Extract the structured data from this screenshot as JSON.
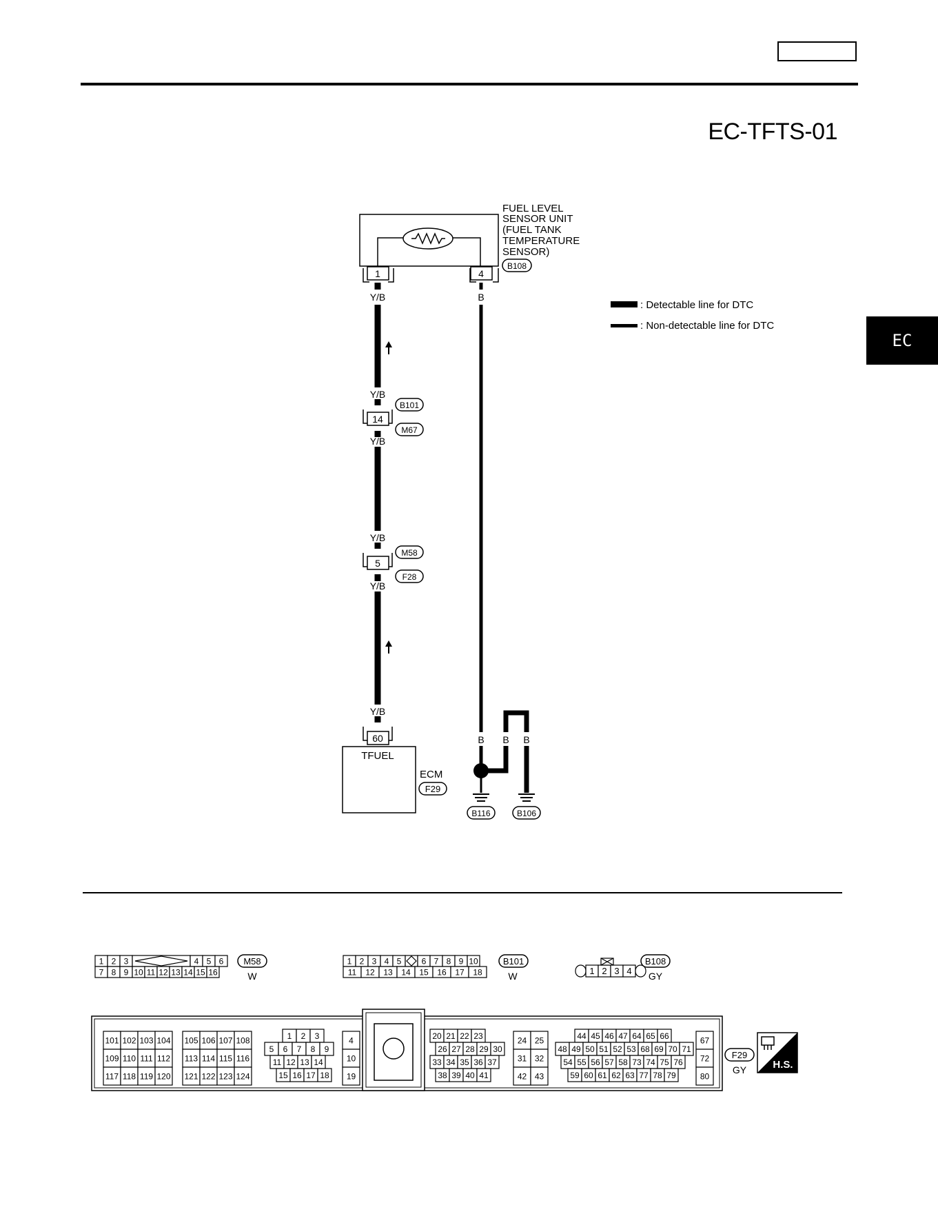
{
  "header": {
    "page_box_text": "",
    "doc_code": "EC-TFTS-01"
  },
  "side_tab": {
    "label": "EC"
  },
  "legend": [
    {
      "style": "thick",
      "text": ": Detectable line for DTC"
    },
    {
      "style": "thin",
      "text": ": Non-detectable line for DTC"
    }
  ],
  "components": {
    "sensor": {
      "lines": [
        "FUEL LEVEL",
        "SENSOR UNIT",
        "(FUEL TANK",
        "TEMPERATURE",
        "SENSOR)"
      ],
      "connector": "B108",
      "pins": [
        "1",
        "4"
      ]
    },
    "ecm": {
      "name": "ECM",
      "connector": "F29",
      "pin": "60",
      "terminal_label": "TFUEL"
    }
  },
  "junctions": [
    {
      "pin": "14",
      "top_connector": "B101",
      "bottom_connector": "M67"
    },
    {
      "pin": "5",
      "top_connector": "M58",
      "bottom_connector": "F28"
    }
  ],
  "wire_colors": {
    "yb": "Y/B",
    "b": "B"
  },
  "grounds": [
    "B116",
    "B106"
  ],
  "connector_views": {
    "m58": {
      "id": "M58",
      "color": "W",
      "row1": [
        "1",
        "2",
        "3",
        "4",
        "5",
        "6"
      ],
      "row2": [
        "7",
        "8",
        "9",
        "10",
        "11",
        "12",
        "13",
        "14",
        "15",
        "16"
      ]
    },
    "b101": {
      "id": "B101",
      "color": "W",
      "row1": [
        "1",
        "2",
        "3",
        "4",
        "5",
        "6",
        "7",
        "8",
        "9",
        "10"
      ],
      "row2": [
        "11",
        "12",
        "13",
        "14",
        "15",
        "16",
        "17",
        "18"
      ]
    },
    "b108": {
      "id": "B108",
      "color": "GY",
      "pins": [
        "1",
        "2",
        "3",
        "4"
      ]
    },
    "f29": {
      "id": "F29",
      "color": "GY",
      "g1": [
        [
          "101",
          "102",
          "103",
          "104"
        ],
        [
          "109",
          "110",
          "111",
          "112"
        ],
        [
          "117",
          "118",
          "119",
          "120"
        ]
      ],
      "g2": [
        [
          "105",
          "106",
          "107",
          "108"
        ],
        [
          "113",
          "114",
          "115",
          "116"
        ],
        [
          "121",
          "122",
          "123",
          "124"
        ]
      ],
      "g3": [
        [
          "1",
          "2",
          "3"
        ],
        [
          "5",
          "6",
          "7",
          "8",
          "9"
        ],
        [
          "11",
          "12",
          "13",
          "14"
        ],
        [
          "15",
          "16",
          "17",
          "18"
        ]
      ],
      "g4": [
        [
          "4"
        ],
        [
          "10"
        ],
        [
          "19"
        ]
      ],
      "g5": [
        [
          "20",
          "21",
          "22",
          "23"
        ],
        [
          "26",
          "27",
          "28",
          "29",
          "30"
        ],
        [
          "33",
          "34",
          "35",
          "36",
          "37"
        ],
        [
          "38",
          "39",
          "40",
          "41"
        ]
      ],
      "g6": [
        [
          "24",
          "25"
        ],
        [
          "31",
          "32"
        ],
        [
          "42",
          "43"
        ]
      ],
      "g7": [
        [
          "44",
          "45",
          "46",
          "47",
          "64",
          "65",
          "66"
        ],
        [
          "48",
          "49",
          "50",
          "51",
          "52",
          "53",
          "68",
          "69",
          "70",
          "71"
        ],
        [
          "54",
          "55",
          "56",
          "57",
          "58",
          "73",
          "74",
          "75",
          "76"
        ],
        [
          "59",
          "60",
          "61",
          "62",
          "63",
          "77",
          "78",
          "79"
        ]
      ],
      "g8": [
        [
          "67"
        ],
        [
          "72"
        ],
        [
          "80"
        ]
      ]
    }
  },
  "hs_badge": "H.S."
}
